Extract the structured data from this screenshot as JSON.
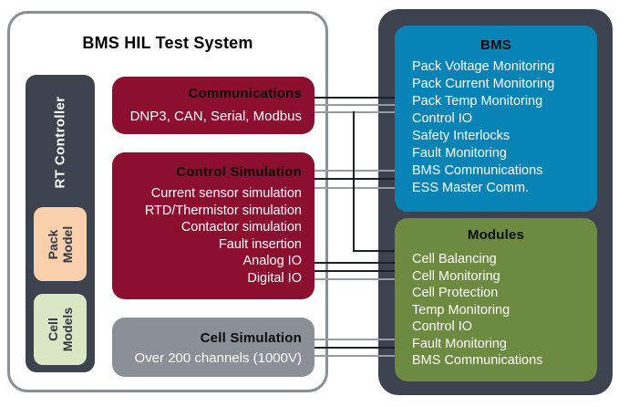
{
  "diagram": {
    "left_panel": {
      "title": "BMS HIL Test System",
      "rt_controller_label": "RT Controller",
      "pack_model_label": "Pack Model",
      "cell_models_label": "Cell Models",
      "communications": {
        "title": "Communications",
        "subtitle": "DNP3, CAN, Serial, Modbus"
      },
      "control_simulation": {
        "title": "Control Simulation",
        "items": [
          "Current sensor simulation",
          "RTD/Thermistor simulation",
          "Contactor simulation",
          "Fault insertion",
          "Analog IO",
          "Digital IO"
        ]
      },
      "cell_simulation": {
        "title": "Cell Simulation",
        "subtitle": "Over 200 channels (1000V)"
      }
    },
    "right_panel": {
      "bms": {
        "title": "BMS",
        "items": [
          "Pack Voltage Monitoring",
          "Pack Current Monitoring",
          "Pack Temp Monitoring",
          "Control IO",
          "Safety Interlocks",
          "Fault Monitoring",
          "BMS Communications",
          "ESS Master Comm."
        ]
      },
      "modules": {
        "title": "Modules",
        "items": [
          "Cell Balancing",
          "Cell Monitoring",
          "Cell Protection",
          "Temp Monitoring",
          "Control IO",
          "Fault Monitoring",
          "BMS Communications"
        ]
      }
    },
    "connections": [
      {
        "from": "Communications",
        "to": "BMS"
      },
      {
        "from": "Control Simulation",
        "to": "BMS"
      },
      {
        "from": "Communications",
        "to": "Modules"
      },
      {
        "from": "Control Simulation",
        "to": "Modules"
      },
      {
        "from": "Cell Simulation",
        "to": "Modules"
      }
    ],
    "colors": {
      "maroon": "#8C0F30",
      "blue": "#0883B6",
      "olive": "#6C8A40",
      "slate": "#3C424E",
      "gray_box": "#8B9097",
      "peach": "#FACFAC",
      "light_green": "#D9E7C5",
      "border_gray": "#8A8E95",
      "line_dark": "#1D2025",
      "line_gray": "#989CA2"
    }
  }
}
